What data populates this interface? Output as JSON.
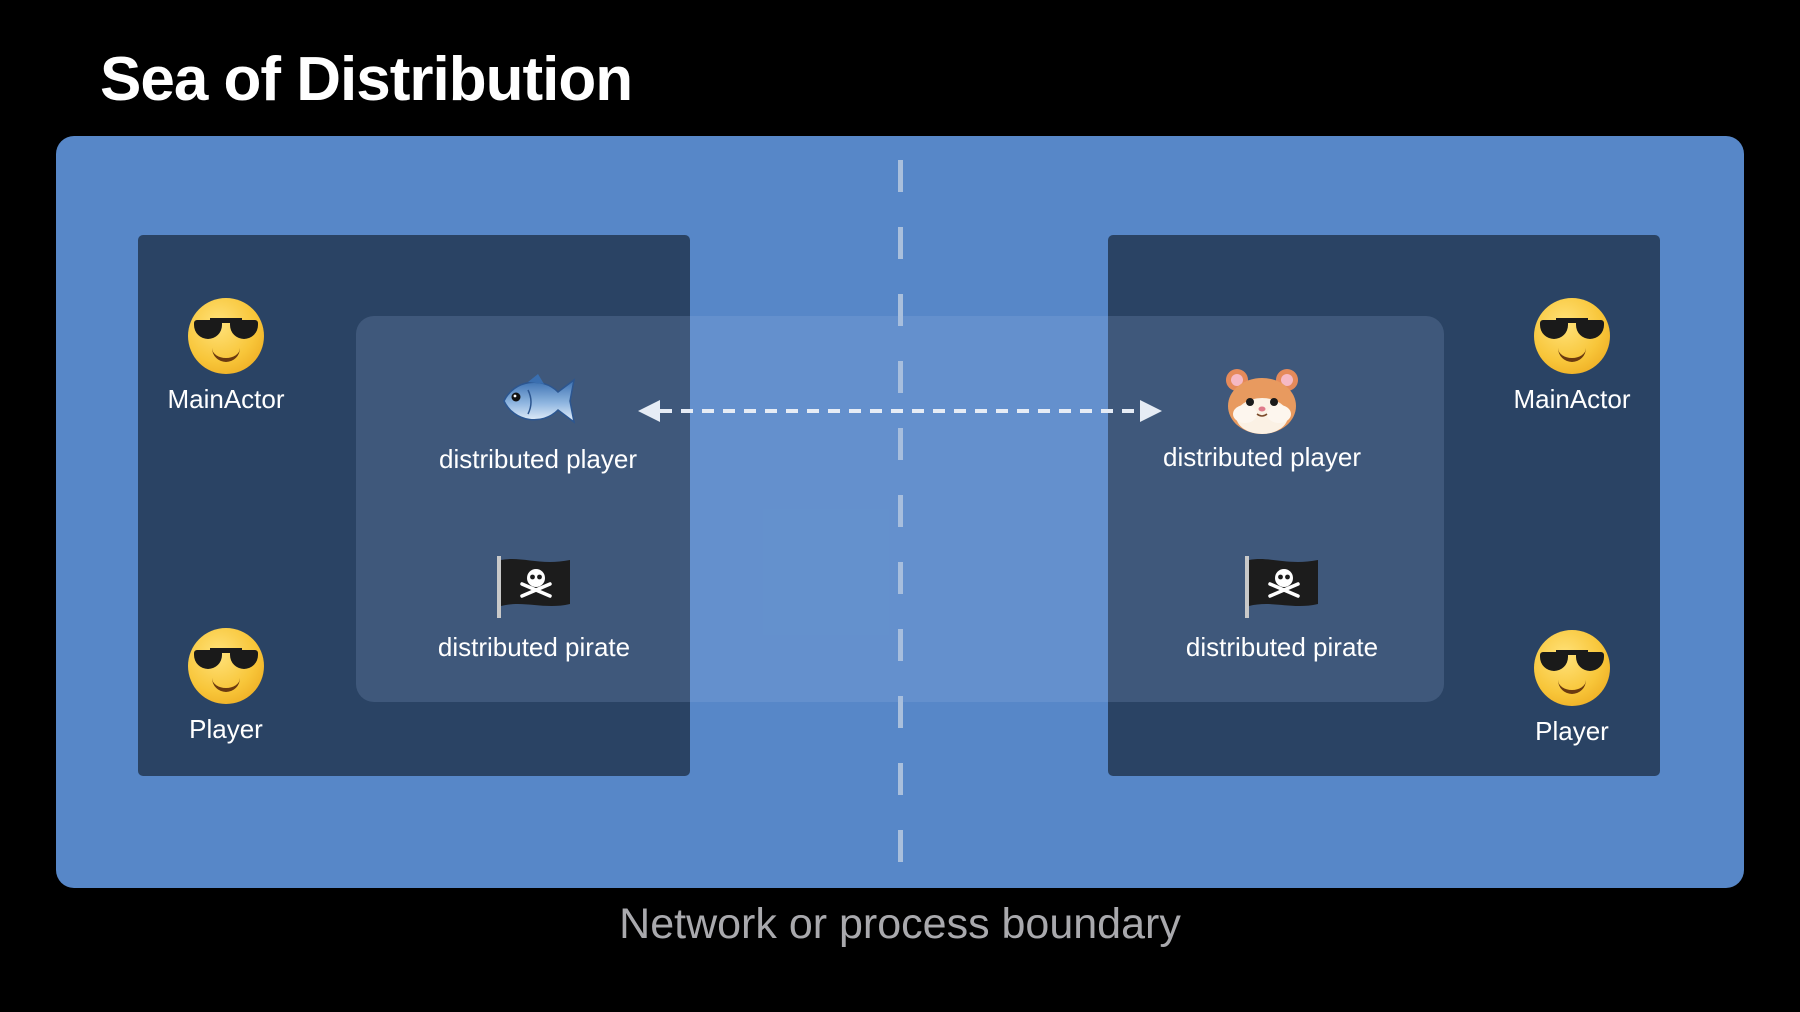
{
  "title": "Sea of Distribution",
  "caption": "Network or process boundary",
  "left_process": {
    "main_actor": {
      "label": "MainActor",
      "icon": "smiling-face-with-sunglasses-icon"
    },
    "player": {
      "label": "Player",
      "icon": "smiling-face-with-sunglasses-icon"
    },
    "distributed_player": {
      "label": "distributed player",
      "icon": "fish-icon"
    },
    "distributed_pirate": {
      "label": "distributed pirate",
      "icon": "pirate-flag-icon"
    }
  },
  "right_process": {
    "main_actor": {
      "label": "MainActor",
      "icon": "smiling-face-with-sunglasses-icon"
    },
    "player": {
      "label": "Player",
      "icon": "smiling-face-with-sunglasses-icon"
    },
    "distributed_player": {
      "label": "distributed player",
      "icon": "hamster-icon"
    },
    "distributed_pirate": {
      "label": "distributed pirate",
      "icon": "pirate-flag-icon"
    }
  },
  "colors": {
    "background": "#000000",
    "sea": "#5787c8",
    "process_box": "#2a4364",
    "caption": "#a9a9ad"
  }
}
